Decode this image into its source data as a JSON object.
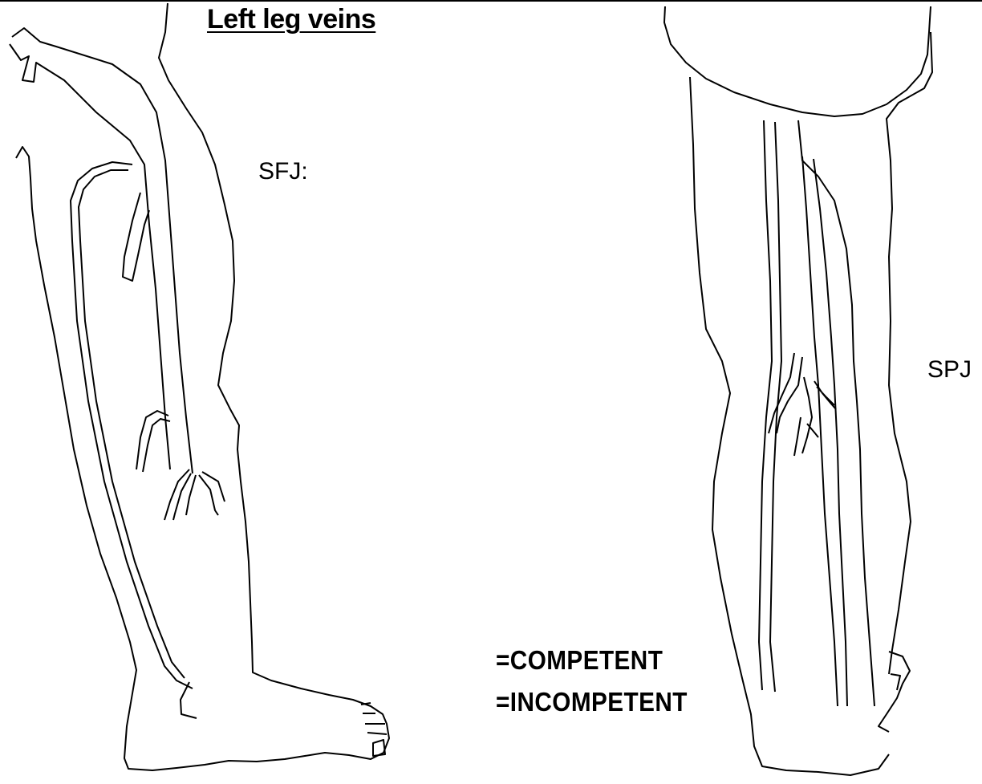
{
  "diagram": {
    "title": "Left leg veins",
    "labels": {
      "sfj": "SFJ:",
      "spj": "SPJ"
    },
    "legend": {
      "competent": "=COMPETENT",
      "incompetent": "=INCOMPETENT"
    },
    "colors": {
      "background": "#ffffff",
      "line": "#000000"
    }
  }
}
